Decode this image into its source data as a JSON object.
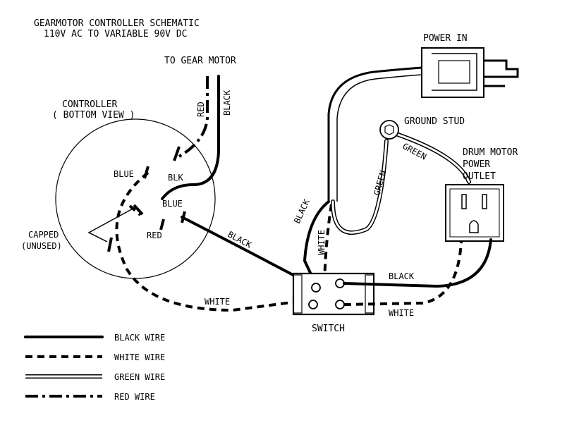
{
  "title": {
    "line1": "GEARMOTOR CONTROLLER SCHEMATIC",
    "line2": "110V AC TO VARIABLE 90V DC"
  },
  "labels": {
    "to_gear_motor": "TO GEAR MOTOR",
    "power_in": "POWER IN",
    "controller_line1": "CONTROLLER",
    "controller_line2": "( BOTTOM VIEW )",
    "ground_stud": "GROUND STUD",
    "drum_line1": "DRUM MOTOR",
    "drum_line2": "POWER",
    "drum_line3": "OUTLET",
    "capped_line1": "CAPPED",
    "capped_line2": "(UNUSED)",
    "switch": "SWITCH"
  },
  "terminals": {
    "blue_upper": "BLUE",
    "blk": "BLK",
    "blue_lower": "BLUE",
    "red": "RED"
  },
  "wire_labels": {
    "red_motor": "RED",
    "black_motor": "BLACK",
    "black_controller_switch": "BLACK",
    "black_power_switch": "BLACK",
    "white_power_switch": "WHITE",
    "green_power": "GREEN",
    "green_outlet": "GREEN",
    "black_switch_outlet": "BLACK",
    "white_controller_switch": "WHITE",
    "white_switch_outlet": "WHITE"
  },
  "legend": [
    {
      "style": "black",
      "label": "BLACK WIRE"
    },
    {
      "style": "white",
      "label": "WHITE WIRE"
    },
    {
      "style": "green",
      "label": "GREEN WIRE"
    },
    {
      "style": "red",
      "label": "RED WIRE"
    }
  ]
}
